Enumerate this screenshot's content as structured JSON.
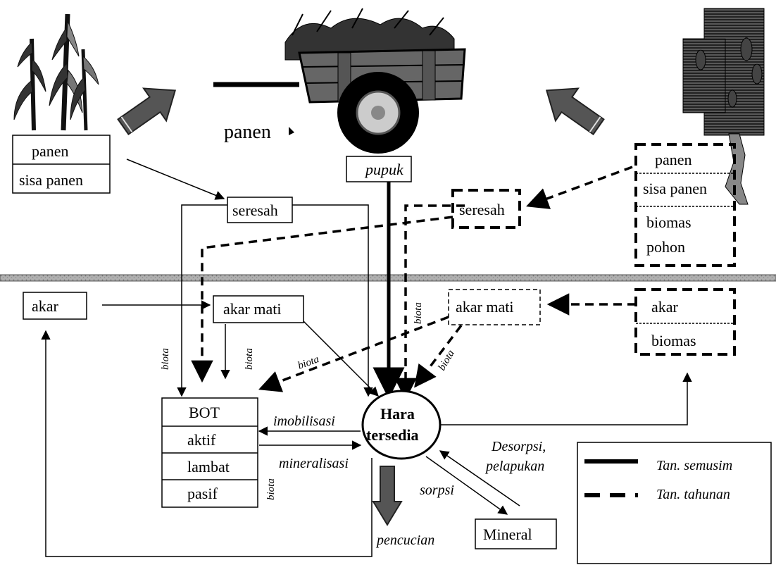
{
  "diagram": {
    "panen_label": "panen",
    "crop_box": {
      "top": "panen",
      "bottom": "sisa panen"
    },
    "pupuk": "pupuk",
    "tree_box": {
      "top": "panen",
      "middle": "sisa panen",
      "bottom_1": "biomas",
      "bottom_2": "pohon"
    },
    "seresah_left": "seresah",
    "seresah_right": "seresah",
    "akar_left": "akar",
    "akar_mati_left": "akar mati",
    "akar_mati_right": "akar mati",
    "akar_right_box": {
      "top": "akar",
      "bottom": "biomas"
    },
    "bot_box": {
      "row1": "BOT",
      "row2": "aktif",
      "row3": "lambat",
      "row4": "pasif"
    },
    "hara": {
      "line1": "Hara",
      "line2": "tersedia"
    },
    "imobilisasi": "imobilisasi",
    "mineralisasi": "mineralisasi",
    "desorpsi_1": "Desorpsi,",
    "desorpsi_2": "pelapukan",
    "sorpsi": "sorpsi",
    "mineral": "Mineral",
    "pencucian": "pencucian",
    "biota": "biota",
    "legend": {
      "solid": "Tan. semusim",
      "dashed": "Tan. tahunan"
    }
  }
}
